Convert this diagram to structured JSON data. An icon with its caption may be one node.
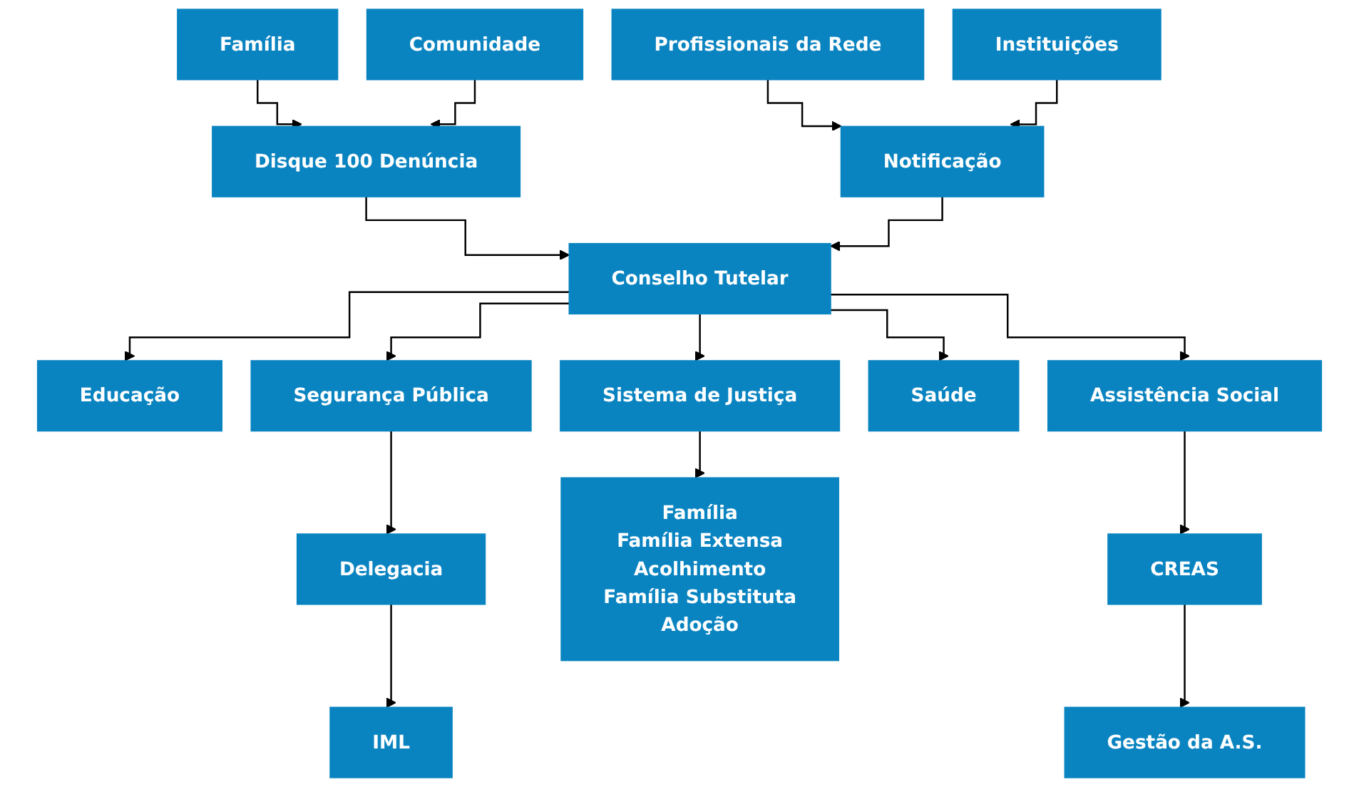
{
  "diagram": {
    "nodes": [
      {
        "text": [
          "Família"
        ]
      },
      {
        "text": [
          "Comunidade"
        ]
      },
      {
        "text": [
          "Profissionais da Rede"
        ]
      },
      {
        "text": [
          "Instituições"
        ]
      },
      {
        "text": [
          "Disque 100 Denúncia"
        ]
      },
      {
        "text": [
          "Conselho Tutelar"
        ]
      },
      {
        "text": [
          "Notificação"
        ]
      },
      {
        "text": [
          "Educação"
        ]
      },
      {
        "text": [
          "Segurança Pública"
        ]
      },
      {
        "text": [
          "Sistema de Justiça"
        ]
      },
      {
        "text": [
          "Saúde"
        ]
      },
      {
        "text": [
          "Assistência Social"
        ]
      },
      {
        "text": [
          "Delegacia"
        ]
      },
      {
        "text": [
          "Família",
          "Família Extensa",
          "Acolhimento",
          "Família Substituta",
          "Adoção"
        ]
      },
      {
        "text": [
          "CREAS"
        ]
      },
      {
        "text": [
          "IML"
        ]
      },
      {
        "text": [
          "Gestão da A.S."
        ]
      }
    ],
    "edges": [
      {
        "from": 0,
        "to": 4,
        "arrow": "to"
      },
      {
        "from": 1,
        "to": 4,
        "arrow": "to"
      },
      {
        "from": 2,
        "to": 6,
        "arrow": "to"
      },
      {
        "from": 3,
        "to": 6,
        "arrow": "to"
      },
      {
        "from": 4,
        "to": 5,
        "arrow": "to"
      },
      {
        "from": 6,
        "to": 5,
        "arrow": "to"
      },
      {
        "from": 5,
        "to": 7,
        "arrow": "to"
      },
      {
        "from": 5,
        "to": 8,
        "arrow": "to"
      },
      {
        "from": 5,
        "to": 9,
        "arrow": "to"
      },
      {
        "from": 5,
        "to": 10,
        "arrow": "to"
      },
      {
        "from": 5,
        "to": 11,
        "arrow": "to"
      },
      {
        "from": 8,
        "to": 12,
        "arrow": "to"
      },
      {
        "from": 9,
        "to": 13,
        "arrow": "to"
      },
      {
        "from": 11,
        "to": 14,
        "arrow": "to"
      },
      {
        "from": 12,
        "to": 15,
        "arrow": "to"
      },
      {
        "from": 14,
        "to": 16,
        "arrow": "to"
      }
    ]
  }
}
